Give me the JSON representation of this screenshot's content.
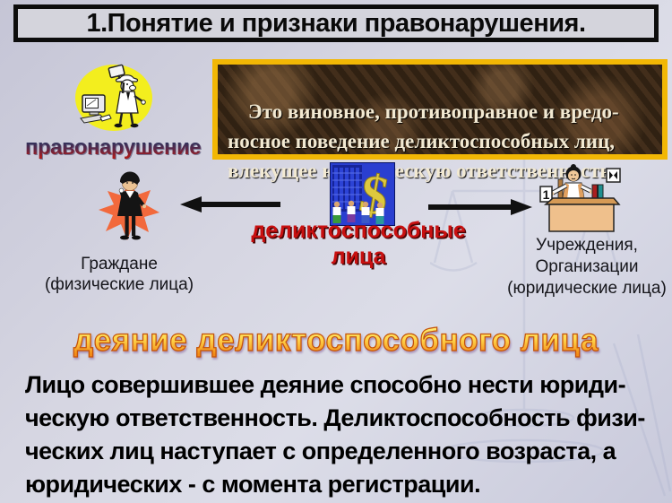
{
  "slide": {
    "title": "1.Понятие и признаки правонарушения.",
    "definition": "Это виновное, противоправное и вредо-\nносное поведение деликтоспособных лиц,\nвлекущее юридическую ответственность",
    "offense_label": "правонарушение",
    "center_label": "деликтоспособные\nлица",
    "left_entity": "Граждане\n(физические лица)",
    "right_entity": "Учреждения,\nОрганизации\n(юридические лица)",
    "act_heading": "деяние деликтоспособного лица",
    "paragraph": "Лицо совершившее деяние способно нести юриди-\nческую ответственность. Деликтоспособность физи-\nческих лиц наступает с определенного возраста, а\nюридических - с момента регистрации.",
    "card_digit": "1"
  },
  "icons": {
    "offense_icon": "hammer-smashing-computer-icon",
    "citizen_icon": "man-in-black-suit-icon",
    "organization_icon": "clerk-at-desk-icon",
    "center_icon": "dollar-statue-with-people-icon",
    "left_arrow": "left-arrow",
    "right_arrow": "right-arrow",
    "watermark": "scales-of-justice-watermark"
  },
  "colors": {
    "background": "#cdcdde",
    "title_bg": "#d4d4dc",
    "title_border": "#0d0d0d",
    "definition_border": "#f2b705",
    "definition_bg": "#332415",
    "definition_text": "#f2e9d2",
    "offense_gradient_top": "#32325c",
    "offense_gradient_bottom": "#a81c1c",
    "center_label_red": "#c81010",
    "heading_gradient_top": "#fff176",
    "heading_gradient_bottom": "#f28a16",
    "heading_outline": "#c3510e",
    "arrow_black": "#101010",
    "splat_orange": "#f2693c",
    "ellipse_yellow": "#f3ee1e",
    "clipart_blue": "#2a3fd0"
  }
}
